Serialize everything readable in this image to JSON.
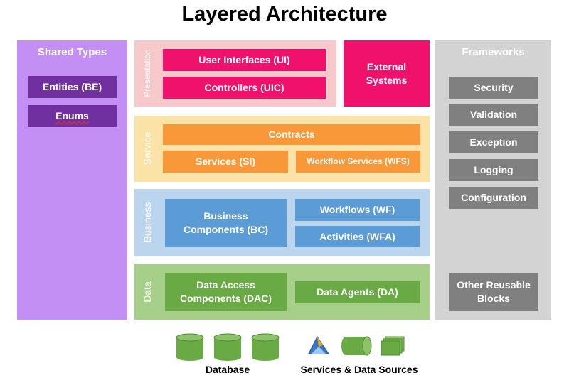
{
  "title": "Layered Architecture",
  "shared_types": {
    "heading": "Shared Types",
    "items": [
      "Entities (BE)",
      "Enums"
    ]
  },
  "frameworks": {
    "heading": "Frameworks",
    "items": [
      "Security",
      "Validation",
      "Exception",
      "Logging",
      "Configuration"
    ],
    "reusable": "Other Reusable Blocks"
  },
  "presentation": {
    "label": "Presentation",
    "ui": "User Interfaces (UI)",
    "controllers": "Controllers (UIC)",
    "external": "External Systems"
  },
  "service": {
    "label": "Service",
    "contracts": "Contracts",
    "services": "Services (SI)",
    "workflow_services": "Workflow Services (WFS)"
  },
  "business": {
    "label": "Business",
    "components": "Business Components (BC)",
    "workflows": "Workflows (WF)",
    "activities": "Activities (WFA)"
  },
  "data": {
    "label": "Data",
    "dac": "Data Access Components (DAC)",
    "agents": "Data Agents (DA)"
  },
  "footer": {
    "database": "Database",
    "services_sources": "Services & Data Sources"
  },
  "colors": {
    "shared_types": "#c38ff5",
    "frameworks": "#d3d3d3",
    "presentation": "#f0116d",
    "service": "#f99838",
    "business": "#5b9bd6",
    "data": "#6aaa45"
  }
}
